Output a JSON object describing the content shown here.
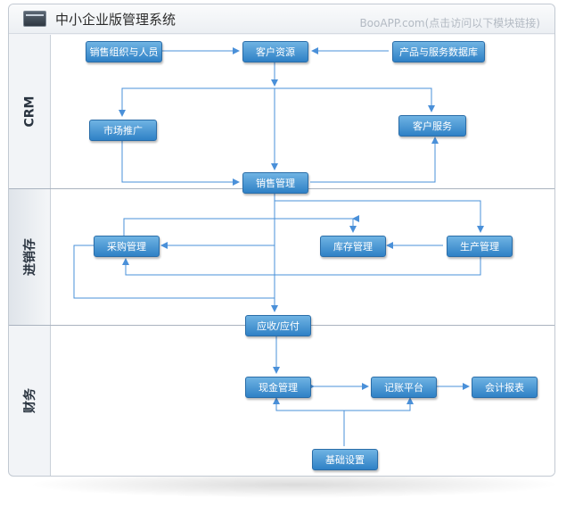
{
  "header": {
    "title": "中小企业版管理系统",
    "site_link": "BooAPP.com(点击访问以下模块链接)"
  },
  "lanes": [
    {
      "label": "CRM"
    },
    {
      "label": "进销存"
    },
    {
      "label": "财务"
    }
  ],
  "modules": {
    "sales_org": "销售组织与人员",
    "customer_resources": "客户资源",
    "product_db": "产品与服务数据库",
    "marketing": "市场推广",
    "customer_service": "客户服务",
    "sales_mgmt": "销售管理",
    "purchase_mgmt": "采购管理",
    "inventory_mgmt": "库存管理",
    "production_mgmt": "生产管理",
    "receivable_payable": "应收/应付",
    "cash_mgmt": "现金管理",
    "ledger_platform": "记账平台",
    "accounting_reports": "会计报表",
    "basic_settings": "基础设置"
  },
  "colors": {
    "node_top": "#6fb3e3",
    "node_bottom": "#2f81c6",
    "connector": "#4a90d9",
    "lane_divider": "#aab3bf"
  }
}
